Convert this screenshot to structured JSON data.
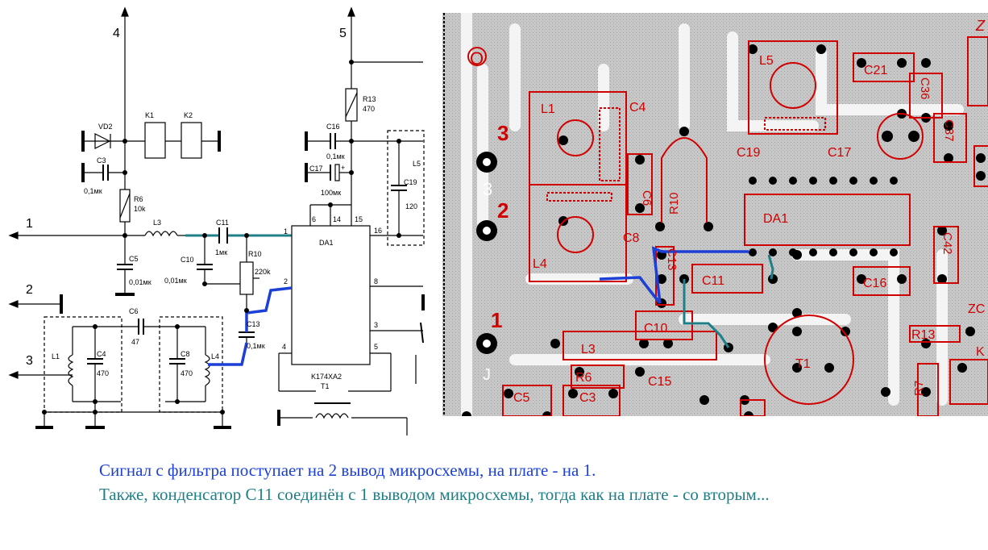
{
  "schematic": {
    "ports": {
      "p1": "1",
      "p2": "2",
      "p3": "3",
      "p4": "4",
      "p5": "5"
    },
    "parts": {
      "vd2": "VD2",
      "k1": "K1",
      "k2": "K2",
      "c3": "C3",
      "c3v": "0,1мк",
      "r6": "R6",
      "r6v": "10k",
      "l3": "L3",
      "c11": "C11",
      "c11v": "1мк",
      "c5": "C5",
      "c5v": "0,01мк",
      "c10": "C10",
      "c10v": "0,01мк",
      "r10": "R10",
      "r10v": "220k",
      "c13": "C13",
      "c13v": "0,1мк",
      "c6": "C6",
      "c6v": "47",
      "l1": "L1",
      "c4": "C4",
      "c4v": "470",
      "c8": "C8",
      "c8v": "470",
      "l4": "L4",
      "r13": "R13",
      "r13v": "470",
      "c16": "C16",
      "c16v": "0,1мк",
      "c17": "C17",
      "c17v": "100мк",
      "plus": "+",
      "l5": "L5",
      "c19": "C19",
      "c19v": "120",
      "da1": "DA1",
      "ic": "K174XA2",
      "t1": "T1"
    },
    "pins": {
      "p1": "1",
      "p2": "2",
      "p4": "4",
      "p5": "5",
      "p6": "6",
      "p14": "14",
      "p15": "15",
      "p16": "16",
      "p8": "8",
      "p3": "3"
    }
  },
  "pcb": {
    "labels": {
      "hole_o": "O",
      "n3": "3",
      "n3b": "3",
      "n2": "2",
      "n1": "1",
      "j": "J",
      "z": "Z",
      "l1": "L1",
      "l4": "L4",
      "c4": "C4",
      "c6": "C6",
      "r10": "R10",
      "c8": "C8",
      "l5": "L5",
      "c21": "C21",
      "c36": "C36",
      "c37": "C37",
      "c19": "C19",
      "c17": "C17",
      "da1": "DA1",
      "c13": "C13",
      "c11": "C11",
      "c42": "C42",
      "c16": "C16",
      "c10": "C10",
      "l3": "L3",
      "r6": "R6",
      "c15": "C15",
      "c5": "C5",
      "c3": "C3",
      "t1": "T1",
      "r13": "R13",
      "r7": "R7",
      "k": "K",
      "zc": "ZC"
    }
  },
  "captions": {
    "line1": "Сигнал с фильтра поступает на 2 вывод микросхемы, на плате - на 1.",
    "line2": "Также, конденсатор С11 соединён с 1 выводом микросхемы, тогда как на плате - со вторым..."
  },
  "colors": {
    "blue_wire": "#1c3fd6",
    "teal_wire": "#1e7f86",
    "pcb_red": "#d00000",
    "pcb_gray": "#c0c0c0"
  }
}
